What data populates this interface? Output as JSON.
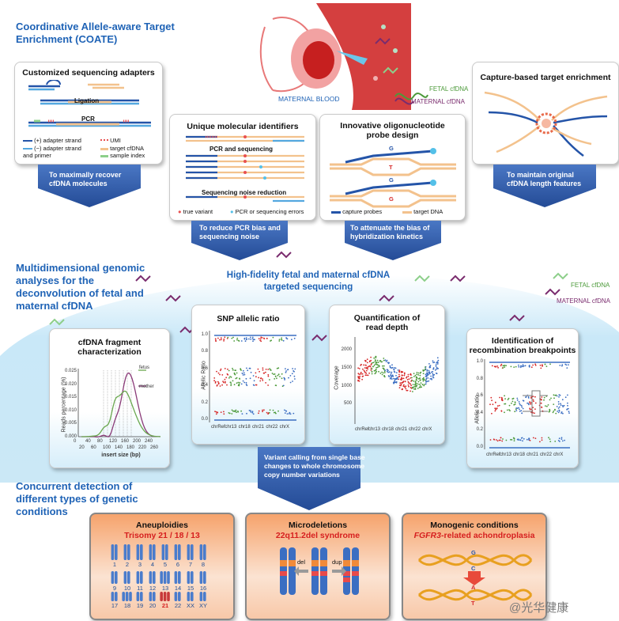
{
  "section1": {
    "title_line1": "Coordinative Allele-aware Target",
    "title_line2": "Enrichment (COATE)"
  },
  "section2": {
    "line1": "Multidimensional genomic",
    "line2": "analyses for the",
    "line3": "deconvolution of fetal and",
    "line4": "maternal cfDNA"
  },
  "section3": {
    "line1": "Concurrent detection of",
    "line2": "different types of genetic",
    "line3": "conditions"
  },
  "header_image": {
    "maternal_blood": "MATERNAL BLOOD",
    "fetal_cfdna": "FETAL cfDNA",
    "maternal_cfdna": "MATERNAL cfDNA"
  },
  "adapters": {
    "title": "Customized sequencing adapters",
    "ligation": "Ligation",
    "pcr": "PCR",
    "legend_plus": "(+) adapter strand",
    "legend_minus": "(−) adapter strand",
    "legend_minus2": "and primer",
    "legend_umi": "UMI",
    "legend_target": "target cfDNA",
    "legend_index": "sample index",
    "arrow_line1": "To maximally recover",
    "arrow_line2": "cfDNA molecules"
  },
  "umi": {
    "title": "Unique molecular identifiers",
    "pcr_seq": "PCR and sequencing",
    "noise_red": "Sequencing noise reduction",
    "legend_true": "true variant",
    "legend_err": "PCR or sequencing errors",
    "arrow_line1": "To reduce PCR bias and",
    "arrow_line2": "sequencing noise"
  },
  "probe": {
    "title_line1": "Innovative oligonucleotide",
    "title_line2": "probe design",
    "g1": "G",
    "t": "T",
    "g2": "G",
    "g3": "G",
    "legend_probe": "capture probes",
    "legend_target": "target DNA",
    "arrow_line1": "To attenuate the bias of",
    "arrow_line2": "hybridization kinetics"
  },
  "capture": {
    "title": "Capture-based target enrichment",
    "arrow_line1": "To maintain original",
    "arrow_line2": "cfDNA length features"
  },
  "sequencing": {
    "line1": "High-fidelity fetal and maternal cfDNA",
    "line2": "targeted sequencing"
  },
  "float_labels": {
    "fetal": "FETAL cfDNA",
    "maternal": "MATERNAL cfDNA"
  },
  "fragment": {
    "title_line1": "cfDNA fragment",
    "title_line2": "characterization",
    "ylabel": "Reads percentage (%)",
    "xlabel": "insert size (bp)",
    "legend_fetus": "fetus",
    "legend_mother": "mother",
    "yticks": [
      "0.025",
      "0.020",
      "0.015",
      "0.010",
      "0.005",
      "0.000"
    ],
    "xticks_top": [
      "0",
      "40",
      "80",
      "120",
      "160",
      "200",
      "240"
    ],
    "xticks_bottom": [
      "20",
      "60",
      "100",
      "140",
      "180",
      "220",
      "260"
    ]
  },
  "snp": {
    "title": "SNP allelic ratio",
    "ylabel": "Allelic Ratio",
    "yticks": [
      "1.0",
      "0.8",
      "0.6",
      "0.4",
      "0.2",
      "0.0"
    ],
    "xticks": [
      "chrRef",
      "chr13",
      "chr18",
      "chr21",
      "chr22",
      "chrX"
    ]
  },
  "depth": {
    "title_line1": "Quantification of",
    "title_line2": "read depth",
    "ylabel": "Coverage",
    "yticks": [
      "2000",
      "1500",
      "1000",
      "500"
    ],
    "xticks": [
      "chrRef",
      "chr13",
      "chr18",
      "chr21",
      "chr22",
      "chrX"
    ]
  },
  "recomb": {
    "title_line1": "Identification of",
    "title_line2": "recombination breakpoints",
    "ylabel": "Allelic Ratio",
    "yticks": [
      "1.0",
      "0.8",
      "0.6",
      "0.4",
      "0.2",
      "0.0"
    ],
    "xticks": [
      "chrRef",
      "chr13",
      "chr18",
      "chr21",
      "chr22",
      "chrX"
    ]
  },
  "variant_arrow": {
    "line1": "Variant calling from single base",
    "line2": "changes to whole chromosome",
    "line3": "copy number variations"
  },
  "aneuploidies": {
    "title": "Aneuploidies",
    "subtitle": "Trisomy 21 / 18 / 13",
    "row1": [
      "1",
      "2",
      "3",
      "4",
      "5",
      "6",
      "7",
      "8"
    ],
    "row2": [
      "9",
      "10",
      "11",
      "12",
      "13",
      "14",
      "15",
      "16"
    ],
    "row3": [
      "17",
      "18",
      "19",
      "20",
      "21",
      "22",
      "XX",
      "XY"
    ]
  },
  "microdeletions": {
    "title": "Microdeletions",
    "subtitle": "22q11.2del syndrome",
    "del": "del",
    "dup": "dup"
  },
  "monogenic": {
    "title": "Monogenic conditions",
    "subtitle_gene": "FGFR3",
    "subtitle_rest": "-related achondroplasia",
    "g": "G",
    "c": "C",
    "a": "A",
    "t": "T"
  },
  "watermark": "@光华健康",
  "colors": {
    "heading_blue": "#1f63b6",
    "arrow_blue": "#2f5aa5",
    "red": "#d62828",
    "green": "#4c9a3a",
    "purple": "#7a2c6e"
  }
}
